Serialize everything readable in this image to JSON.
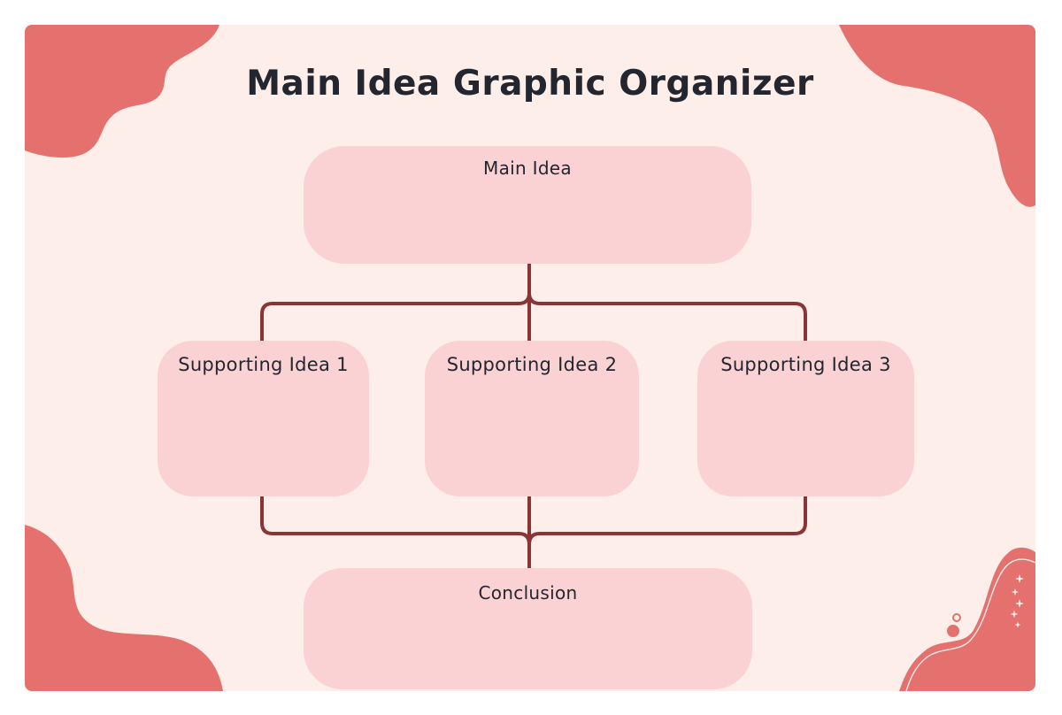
{
  "title": "Main Idea Graphic Organizer",
  "nodes": {
    "main_idea": {
      "label": "Main Idea"
    },
    "supporting": [
      {
        "label": "Supporting Idea 1"
      },
      {
        "label": "Supporting Idea 2"
      },
      {
        "label": "Supporting Idea 3"
      }
    ],
    "conclusion": {
      "label": "Conclusion"
    }
  },
  "diagram": {
    "type": "graphic-organizer",
    "connections": [
      {
        "from": "Main Idea",
        "to": "Supporting Idea 1"
      },
      {
        "from": "Main Idea",
        "to": "Supporting Idea 2"
      },
      {
        "from": "Main Idea",
        "to": "Supporting Idea 3"
      },
      {
        "from": "Supporting Idea 1",
        "to": "Conclusion"
      },
      {
        "from": "Supporting Idea 2",
        "to": "Conclusion"
      },
      {
        "from": "Supporting Idea 3",
        "to": "Conclusion"
      }
    ]
  },
  "theme": {
    "page_background": "#ffffff",
    "canvas_background": "#fdeee9",
    "node_fill": "#fbd2d3",
    "connector_color": "#8a3438",
    "accent_blob_color": "#e4716e",
    "text_color": "#23252f",
    "sparkle_color": "#ffffff"
  }
}
